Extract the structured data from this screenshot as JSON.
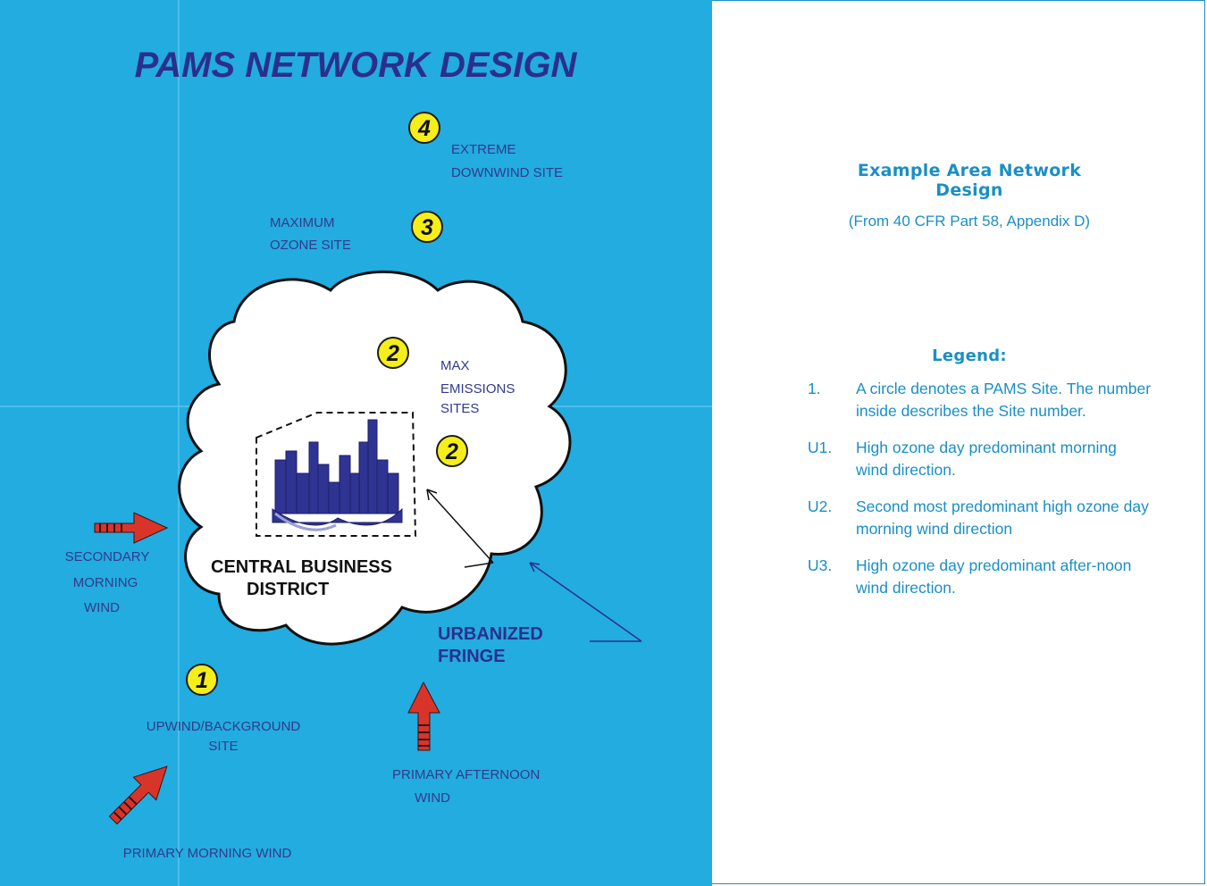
{
  "diagram": {
    "title": "PAMS NETWORK DESIGN",
    "sites": {
      "site4": {
        "number": "4",
        "label_lines": [
          "EXTREME",
          "DOWNWIND SITE"
        ]
      },
      "site3": {
        "number": "3",
        "label_lines": [
          "MAXIMUM",
          "OZONE SITE"
        ]
      },
      "site2a": {
        "number": "2"
      },
      "site2b": {
        "number": "2"
      },
      "site2_label_lines": [
        "MAX",
        "EMISSIONS",
        "SITES"
      ],
      "site1": {
        "number": "1",
        "label_lines": [
          "UPWIND/BACKGROUND",
          "SITE"
        ]
      }
    },
    "central_business_district_lines": [
      "CENTRAL BUSINESS",
      "DISTRICT"
    ],
    "urbanized_fringe_lines": [
      "URBANIZED",
      "FRINGE"
    ],
    "secondary_wind_lines": [
      "SECONDARY",
      "MORNING",
      "WIND"
    ],
    "primary_afternoon_wind_lines": [
      "PRIMARY AFTERNOON",
      "WIND"
    ],
    "primary_morning_wind": "PRIMARY MORNING WIND",
    "colors": {
      "background": "#22ace0",
      "title": "#2b2f8c",
      "label": "#333a8a",
      "site_circle": "#f5ee1a",
      "arrow": "#d8352a",
      "city": "#2f3391"
    }
  },
  "right_panel": {
    "title_lines": [
      "Example Area Network",
      "Design"
    ],
    "source": "(From 40 CFR Part 58, Appendix D)",
    "legend_title": "Legend:",
    "legend_items": [
      {
        "num": "1.",
        "text": "A circle denotes a PAMS Site. The number inside describes the Site number."
      },
      {
        "num": "U1.",
        "text": "High ozone day predominant morning wind direction."
      },
      {
        "num": "U2.",
        "text": "Second most predominant high ozone day morning wind direction"
      },
      {
        "num": "U3.",
        "text": "High ozone day predominant after-noon wind direction."
      }
    ],
    "text_color": "#1a8fc4"
  }
}
